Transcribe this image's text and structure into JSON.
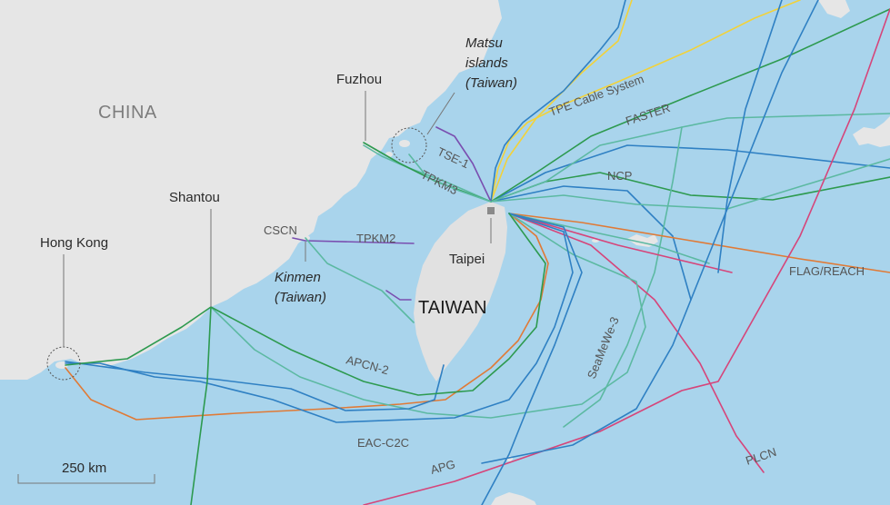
{
  "colors": {
    "sea": "#a9d4ec",
    "land": "#e6e6e6",
    "taiwan": "#e1e1e1",
    "blue": "#2f80c3",
    "green": "#2d9a4f",
    "teal": "#5cb9a2",
    "orange": "#e07a36",
    "pink": "#d6457a",
    "purple": "#7a4fb0",
    "yellow": "#f2d23a"
  },
  "labels": {
    "china": "CHINA",
    "fuzhou": "Fuzhou",
    "matsu_1": "Matsu",
    "matsu_2": "islands",
    "matsu_3": "(Taiwan)",
    "shantou": "Shantou",
    "hongkong": "Hong Kong",
    "cscn": "CSCN",
    "kinmen_1": "Kinmen",
    "kinmen_2": "(Taiwan)",
    "taipei": "Taipei",
    "taiwan": "TAIWAN",
    "scale": "250 km"
  },
  "cables": {
    "tpe": "TPE Cable System",
    "faster": "FASTER",
    "tse1": "TSE-1",
    "tpkm3": "TPKM3",
    "ncp": "NCP",
    "tpkm2": "TPKM2",
    "flag": "FLAG/REACH",
    "apcn2": "APCN-2",
    "seamewe3": "SeaMeWe-3",
    "eacc2c": "EAC-C2C",
    "apg": "APG",
    "plcn": "PLCN"
  }
}
